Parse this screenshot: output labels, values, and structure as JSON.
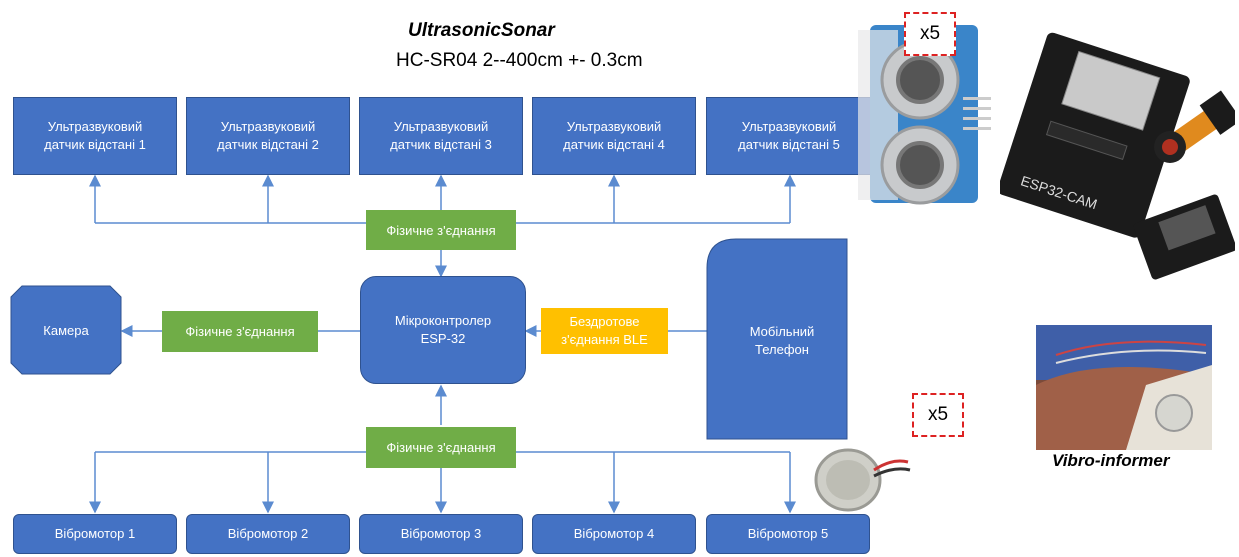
{
  "sonar": {
    "title": "UltrasonicSonar",
    "spec": "HC-SR04 2--400cm +- 0.3cm"
  },
  "sensors": [
    {
      "line1": "Ультразвуковий",
      "line2": "датчик відстані 1"
    },
    {
      "line1": "Ультразвуковий",
      "line2": "датчик відстані 2"
    },
    {
      "line1": "Ультразвуковий",
      "line2": "датчик відстані 3"
    },
    {
      "line1": "Ультразвуковий",
      "line2": "датчик відстані 4"
    },
    {
      "line1": "Ультразвуковий",
      "line2": "датчик відстані 5"
    }
  ],
  "connections": {
    "physical_top": "Фізичне з'єднання",
    "physical_left": "Фізичне з'єднання",
    "physical_bottom": "Фізичне з'єднання",
    "wireless_line1": "Бездротове",
    "wireless_line2": "з'єднання BLE"
  },
  "camera": "Камера",
  "controller": {
    "line1": "Мікроконтролер",
    "line2": "ESP-32"
  },
  "phone": {
    "line1": "Мобільний",
    "line2": "Телефон"
  },
  "motors": [
    "Вібромотор 1",
    "Вібромотор 2",
    "Вібромотор 3",
    "Вібромотор 4",
    "Вібромотор 5"
  ],
  "multiplier_top": "x5",
  "multiplier_bottom": "x5",
  "vibro_caption": "Vibro-informer",
  "board_text": "ESP32-CAM",
  "colors": {
    "block_blue": "#4472c4",
    "connection_green": "#70ad47",
    "wireless_yellow": "#ffc000",
    "line_blue": "#5b8bd0",
    "dashed_red": "#dd2222"
  }
}
